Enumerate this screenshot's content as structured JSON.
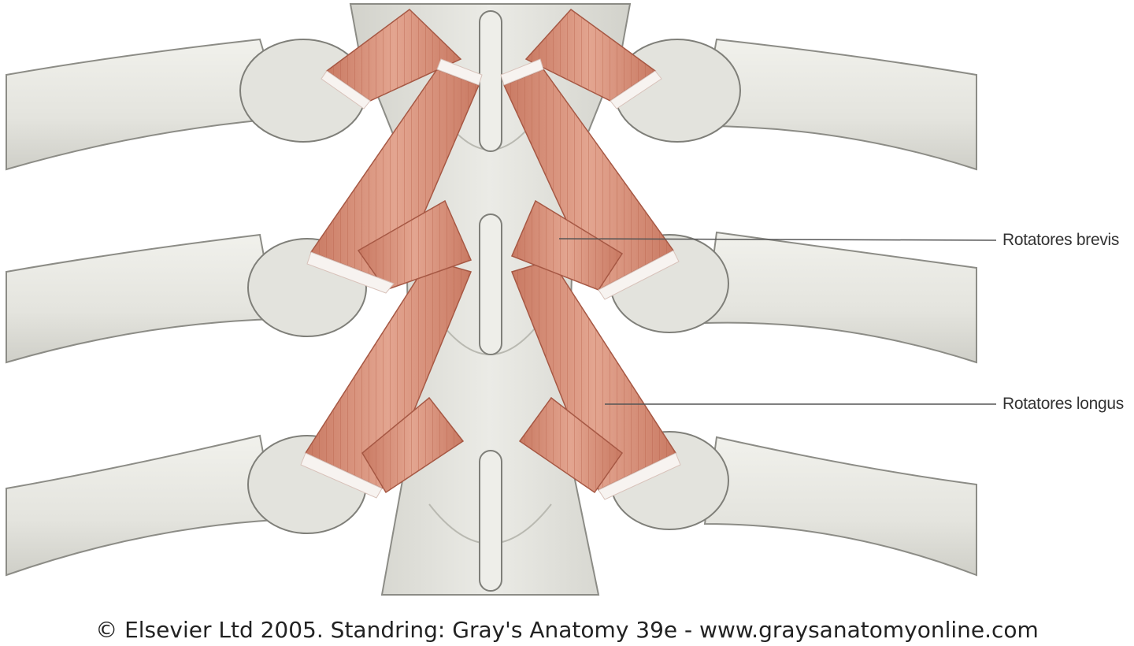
{
  "figure": {
    "labels": {
      "rotatores_brevis": "Rotatores brevis",
      "rotatores_longus": "Rotatores longus"
    },
    "credit": "© Elsevier Ltd 2005. Standring: Gray's Anatomy 39e - www.graysanatomyonline.com"
  },
  "colors": {
    "bone": "#e8e8e3",
    "bone_outline": "#8c8c86",
    "muscle": "#d9957e",
    "muscle_fiber": "#b8614a",
    "tendon": "#f5f1ee",
    "leader_line": "#555555"
  }
}
